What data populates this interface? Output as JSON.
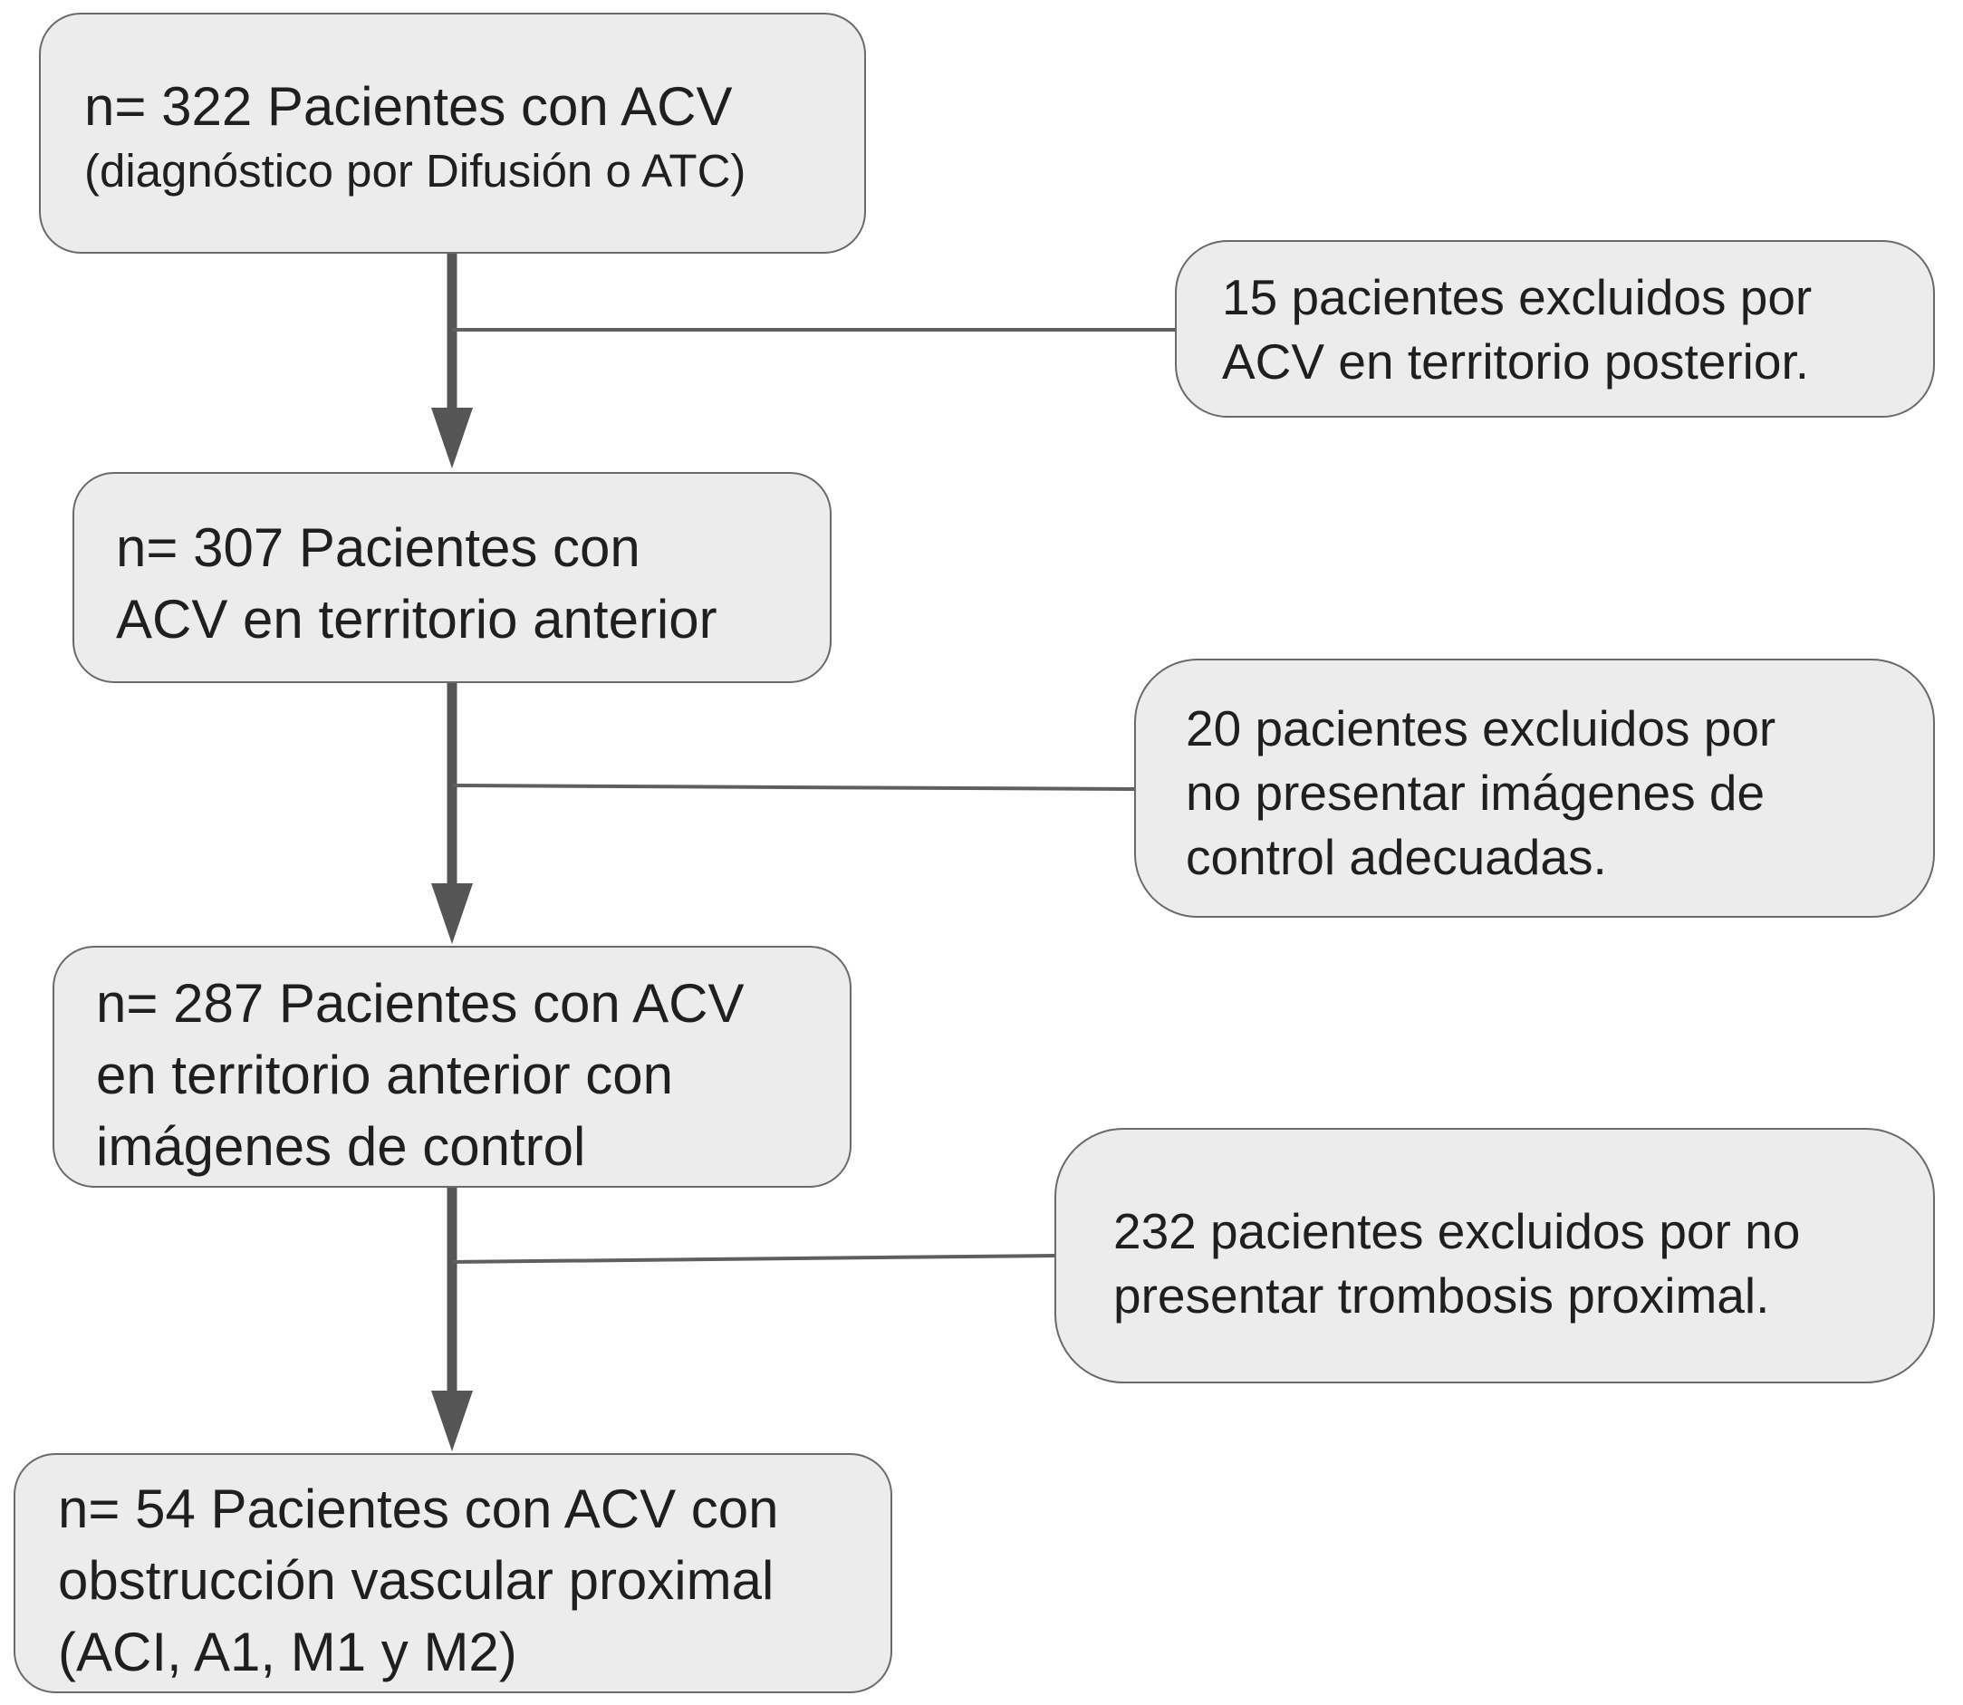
{
  "flow": {
    "steps": [
      {
        "lines": [
          "n= 322 Pacientes con ACV"
        ],
        "sub": "(diagnóstico por Difusión o ATC)"
      },
      {
        "lines": [
          "n= 307 Pacientes con",
          "ACV en territorio anterior"
        ]
      },
      {
        "lines": [
          "n= 287 Pacientes con ACV",
          "en territorio anterior con",
          "imágenes de control"
        ]
      },
      {
        "lines": [
          "n= 54 Pacientes con ACV con",
          "obstrucción vascular proximal",
          "(ACI, A1, M1 y M2)"
        ]
      }
    ],
    "exclusions": [
      {
        "lines": [
          "15 pacientes excluidos por",
          "ACV en territorio posterior."
        ]
      },
      {
        "lines": [
          "20 pacientes excluidos por",
          "no presentar imágenes de",
          "control adecuadas."
        ]
      },
      {
        "lines": [
          "232 pacientes excluidos por no",
          "presentar trombosis proximal."
        ]
      }
    ]
  },
  "colors": {
    "box_fill": "#ececec",
    "box_border": "#6a6a6a",
    "arrow": "#555555",
    "connector": "#5f5f5f",
    "text": "#1f1f1f"
  }
}
